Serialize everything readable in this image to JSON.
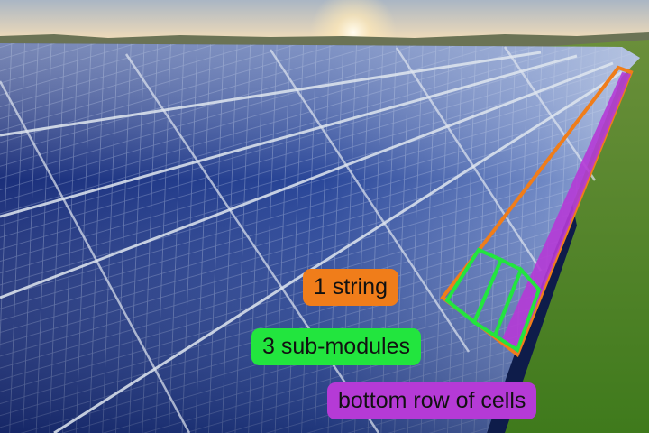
{
  "annotations": {
    "string": {
      "text": "1 string",
      "color": "#f07d1a"
    },
    "sub_modules": {
      "text": "3 sub-modules",
      "color": "#22e53e"
    },
    "bottom_row": {
      "text": "bottom row of cells",
      "color": "#b53ad6"
    }
  },
  "scene": {
    "sky_top": "#aab6c4",
    "sky_horizon": "#f3ddb8",
    "grass": "#4e8a24",
    "panel": "#1f3a8c",
    "panel_light": "#5a75b8",
    "frame": "#dfe6ef"
  }
}
